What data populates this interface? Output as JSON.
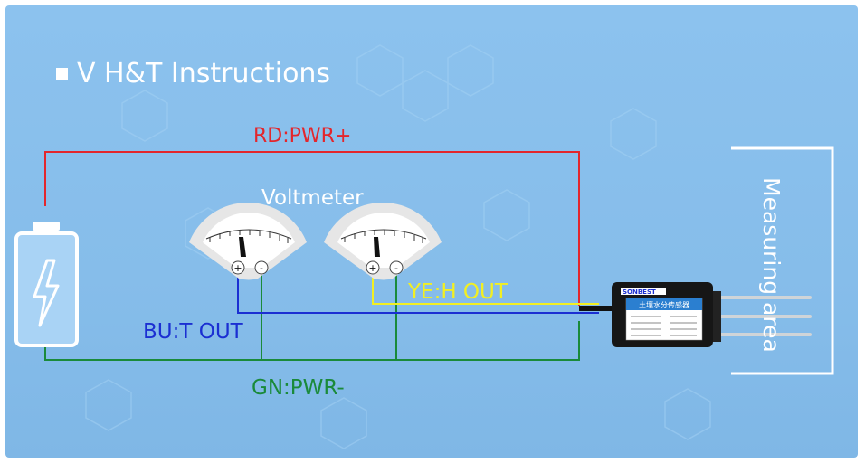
{
  "title": "V H&T Instructions",
  "wires": {
    "red": {
      "label": "RD:PWR+",
      "color": "#e3262c"
    },
    "blue": {
      "label": "BU:T OUT",
      "color": "#1b2fd2"
    },
    "yellow": {
      "label": "YE:H OUT",
      "color": "#f2ef22"
    },
    "green": {
      "label": "GN:PWR-",
      "color": "#1a8a3a"
    }
  },
  "voltmeter_label": "Voltmeter",
  "terminals": {
    "plus": "+",
    "minus": "-"
  },
  "measuring_area_label": "Measuring area",
  "sensor": {
    "brand": "SONBEST",
    "model_text": "土壤水分传感器"
  },
  "colors": {
    "background": "#86bdea",
    "title": "#ffffff",
    "voltmeter_label": "#ffffff"
  }
}
